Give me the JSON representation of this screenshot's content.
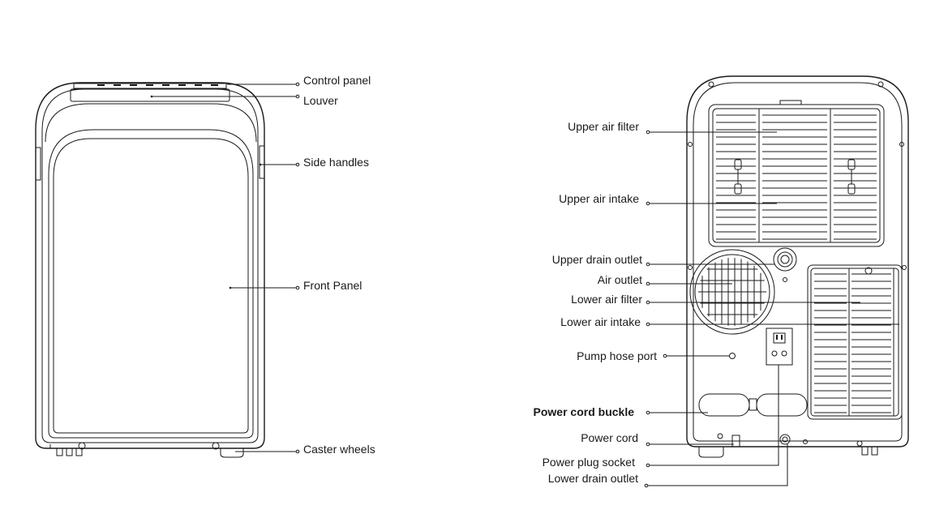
{
  "front_view": {
    "labels": {
      "control_panel": "Control panel",
      "louver": "Louver",
      "side_handles": "Side handles",
      "front_panel": "Front Panel",
      "caster_wheels": "Caster wheels"
    }
  },
  "rear_view": {
    "labels": {
      "upper_air_filter": "Upper air filter",
      "upper_air_intake": "Upper air intake",
      "upper_drain_outlet": "Upper drain outlet",
      "air_outlet": "Air outlet",
      "lower_air_filter": "Lower air filter",
      "lower_air_intake": "Lower air intake",
      "pump_hose_port": "Pump hose port",
      "power_cord_buckle": "Power cord buckle",
      "power_cord": "Power cord",
      "power_plug_socket": "Power plug socket",
      "lower_drain_outlet": "Lower drain outlet"
    }
  }
}
